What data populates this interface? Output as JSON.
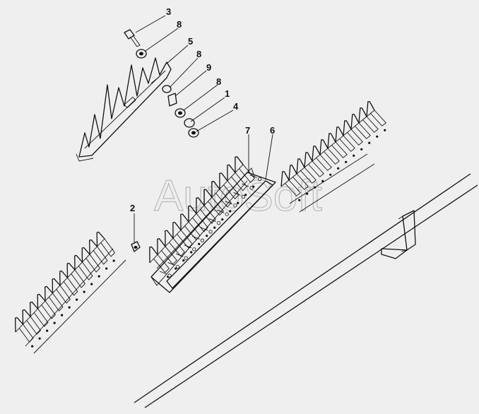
{
  "watermark": "AutoSoft",
  "callouts": [
    {
      "id": "c3",
      "text": "3"
    },
    {
      "id": "c8a",
      "text": "8"
    },
    {
      "id": "c5",
      "text": "5"
    },
    {
      "id": "c8b",
      "text": "8"
    },
    {
      "id": "c9",
      "text": "9"
    },
    {
      "id": "c8c",
      "text": "8"
    },
    {
      "id": "c1",
      "text": "1"
    },
    {
      "id": "c4",
      "text": "4"
    },
    {
      "id": "c7",
      "text": "7"
    },
    {
      "id": "c6",
      "text": "6"
    },
    {
      "id": "c2",
      "text": "2"
    }
  ]
}
